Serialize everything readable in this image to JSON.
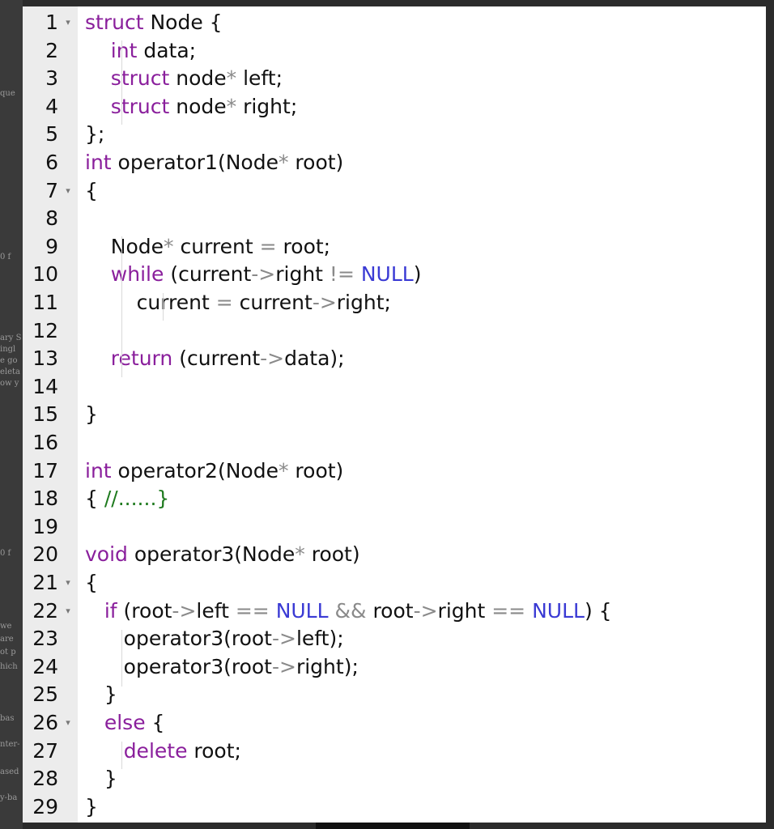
{
  "colors": {
    "keyword": "#8a1f9c",
    "builtin": "#3a3ad4",
    "comment": "#1e7a1e",
    "operator": "#8a8a8a",
    "text": "#111111"
  },
  "icons": {
    "fold_marker": "chevron-down-icon"
  },
  "background_fragments": [
    "que",
    "0 f",
    "ary S",
    "ingl",
    "e go",
    "eleta",
    "ow y",
    "0 f",
    "we",
    "are",
    "ot p",
    "hich",
    "bas",
    "nter-",
    "ased",
    "y-ba"
  ],
  "editor": {
    "lines": [
      {
        "num": "1",
        "fold": true,
        "tokens": [
          {
            "t": "struct",
            "c": "keyword"
          },
          {
            "t": " Node {",
            "c": "text"
          }
        ]
      },
      {
        "num": "2",
        "tokens": [
          {
            "t": "    ",
            "c": "text"
          },
          {
            "t": "int",
            "c": "keyword"
          },
          {
            "t": " data;",
            "c": "text"
          }
        ]
      },
      {
        "num": "3",
        "tokens": [
          {
            "t": "    ",
            "c": "text"
          },
          {
            "t": "struct",
            "c": "keyword"
          },
          {
            "t": " node",
            "c": "text"
          },
          {
            "t": "*",
            "c": "operator"
          },
          {
            "t": " left;",
            "c": "text"
          }
        ]
      },
      {
        "num": "4",
        "tokens": [
          {
            "t": "    ",
            "c": "text"
          },
          {
            "t": "struct",
            "c": "keyword"
          },
          {
            "t": " node",
            "c": "text"
          },
          {
            "t": "*",
            "c": "operator"
          },
          {
            "t": " right;",
            "c": "text"
          }
        ]
      },
      {
        "num": "5",
        "tokens": [
          {
            "t": "};",
            "c": "text"
          }
        ]
      },
      {
        "num": "6",
        "tokens": [
          {
            "t": "int",
            "c": "keyword"
          },
          {
            "t": " operator1(Node",
            "c": "text"
          },
          {
            "t": "*",
            "c": "operator"
          },
          {
            "t": " root)",
            "c": "text"
          }
        ]
      },
      {
        "num": "7",
        "fold": true,
        "tokens": [
          {
            "t": "{",
            "c": "text"
          }
        ]
      },
      {
        "num": "8",
        "tokens": []
      },
      {
        "num": "9",
        "tokens": [
          {
            "t": "    Node",
            "c": "text"
          },
          {
            "t": "*",
            "c": "operator"
          },
          {
            "t": " current ",
            "c": "text"
          },
          {
            "t": "=",
            "c": "operator"
          },
          {
            "t": " root;",
            "c": "text"
          }
        ]
      },
      {
        "num": "10",
        "tokens": [
          {
            "t": "    ",
            "c": "text"
          },
          {
            "t": "while",
            "c": "keyword"
          },
          {
            "t": " (current",
            "c": "text"
          },
          {
            "t": "->",
            "c": "operator"
          },
          {
            "t": "right ",
            "c": "text"
          },
          {
            "t": "!=",
            "c": "operator"
          },
          {
            "t": " ",
            "c": "text"
          },
          {
            "t": "NULL",
            "c": "builtin"
          },
          {
            "t": ")",
            "c": "text"
          }
        ]
      },
      {
        "num": "11",
        "tokens": [
          {
            "t": "        current ",
            "c": "text"
          },
          {
            "t": "=",
            "c": "operator"
          },
          {
            "t": " current",
            "c": "text"
          },
          {
            "t": "->",
            "c": "operator"
          },
          {
            "t": "right;",
            "c": "text"
          }
        ]
      },
      {
        "num": "12",
        "tokens": []
      },
      {
        "num": "13",
        "tokens": [
          {
            "t": "    ",
            "c": "text"
          },
          {
            "t": "return",
            "c": "keyword"
          },
          {
            "t": " (current",
            "c": "text"
          },
          {
            "t": "->",
            "c": "operator"
          },
          {
            "t": "data);",
            "c": "text"
          }
        ]
      },
      {
        "num": "14",
        "tokens": []
      },
      {
        "num": "15",
        "tokens": [
          {
            "t": "}",
            "c": "text"
          }
        ]
      },
      {
        "num": "16",
        "tokens": []
      },
      {
        "num": "17",
        "tokens": [
          {
            "t": "int",
            "c": "keyword"
          },
          {
            "t": " operator2(Node",
            "c": "text"
          },
          {
            "t": "*",
            "c": "operator"
          },
          {
            "t": " root)",
            "c": "text"
          }
        ]
      },
      {
        "num": "18",
        "tokens": [
          {
            "t": "{ ",
            "c": "text"
          },
          {
            "t": "//......}",
            "c": "comment"
          }
        ]
      },
      {
        "num": "19",
        "tokens": []
      },
      {
        "num": "20",
        "tokens": [
          {
            "t": "void",
            "c": "keyword"
          },
          {
            "t": " operator3(Node",
            "c": "text"
          },
          {
            "t": "*",
            "c": "operator"
          },
          {
            "t": " root)",
            "c": "text"
          }
        ]
      },
      {
        "num": "21",
        "fold": true,
        "tokens": [
          {
            "t": "{",
            "c": "text"
          }
        ]
      },
      {
        "num": "22",
        "fold": true,
        "tokens": [
          {
            "t": "   ",
            "c": "text"
          },
          {
            "t": "if",
            "c": "keyword"
          },
          {
            "t": " (root",
            "c": "text"
          },
          {
            "t": "->",
            "c": "operator"
          },
          {
            "t": "left ",
            "c": "text"
          },
          {
            "t": "==",
            "c": "operator"
          },
          {
            "t": " ",
            "c": "text"
          },
          {
            "t": "NULL",
            "c": "builtin"
          },
          {
            "t": " ",
            "c": "text"
          },
          {
            "t": "&&",
            "c": "operator"
          },
          {
            "t": " root",
            "c": "text"
          },
          {
            "t": "->",
            "c": "operator"
          },
          {
            "t": "right ",
            "c": "text"
          },
          {
            "t": "==",
            "c": "operator"
          },
          {
            "t": " ",
            "c": "text"
          },
          {
            "t": "NULL",
            "c": "builtin"
          },
          {
            "t": ") {",
            "c": "text"
          }
        ]
      },
      {
        "num": "23",
        "tokens": [
          {
            "t": "      operator3(root",
            "c": "text"
          },
          {
            "t": "->",
            "c": "operator"
          },
          {
            "t": "left);",
            "c": "text"
          }
        ]
      },
      {
        "num": "24",
        "tokens": [
          {
            "t": "      operator3(root",
            "c": "text"
          },
          {
            "t": "->",
            "c": "operator"
          },
          {
            "t": "right);",
            "c": "text"
          }
        ]
      },
      {
        "num": "25",
        "tokens": [
          {
            "t": "   }",
            "c": "text"
          }
        ]
      },
      {
        "num": "26",
        "fold": true,
        "tokens": [
          {
            "t": "   ",
            "c": "text"
          },
          {
            "t": "else",
            "c": "keyword"
          },
          {
            "t": " {",
            "c": "text"
          }
        ]
      },
      {
        "num": "27",
        "tokens": [
          {
            "t": "      ",
            "c": "text"
          },
          {
            "t": "delete",
            "c": "keyword"
          },
          {
            "t": " root;",
            "c": "text"
          }
        ]
      },
      {
        "num": "28",
        "tokens": [
          {
            "t": "   }",
            "c": "text"
          }
        ]
      },
      {
        "num": "29",
        "tokens": [
          {
            "t": "}",
            "c": "text"
          }
        ]
      }
    ]
  }
}
